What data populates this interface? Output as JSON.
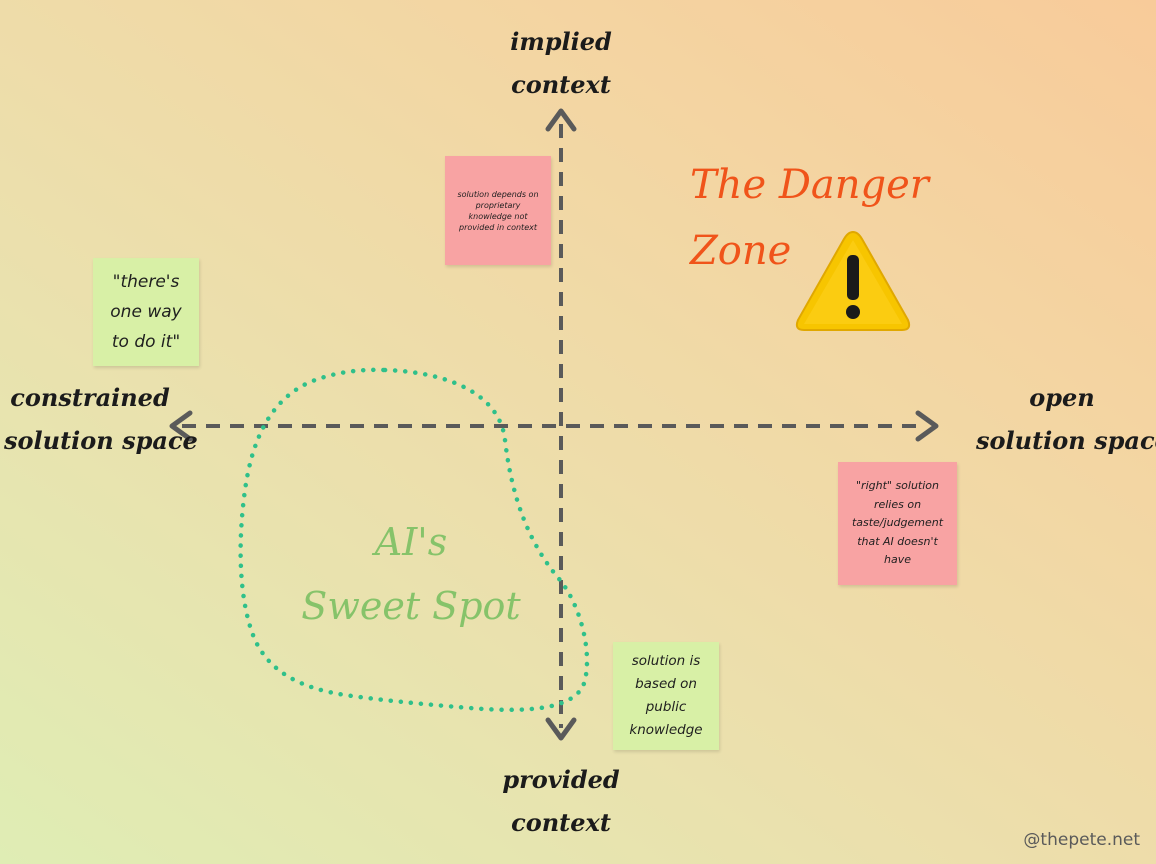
{
  "axes": {
    "top": [
      "implied",
      "context"
    ],
    "bottom": [
      "provided",
      "context"
    ],
    "left": [
      "constrained",
      "solution space"
    ],
    "right": [
      "open",
      "solution space"
    ]
  },
  "stickies": {
    "proprietary": [
      "solution depends on",
      "proprietary",
      "knowledge not",
      "provided in context"
    ],
    "one_way": [
      "\"there's",
      "one way",
      "to do it\""
    ],
    "taste": [
      "\"right\" solution",
      "relies on",
      "taste/judgement",
      "that AI doesn't",
      "have"
    ],
    "public": [
      "solution is",
      "based on",
      "public",
      "knowledge"
    ]
  },
  "danger_zone": [
    "The Danger",
    "Zone"
  ],
  "sweet_spot": [
    "AI's",
    "Sweet Spot"
  ],
  "credit": "@thepete.net",
  "colors": {
    "axis": "#5a5a5a",
    "danger": "#f0541a",
    "sweet_spot_text": "#86c36a",
    "sweet_spot_outline": "#2fc08a",
    "sticky_pink": "#f8a3a3",
    "sticky_green": "#d8f0a6"
  }
}
